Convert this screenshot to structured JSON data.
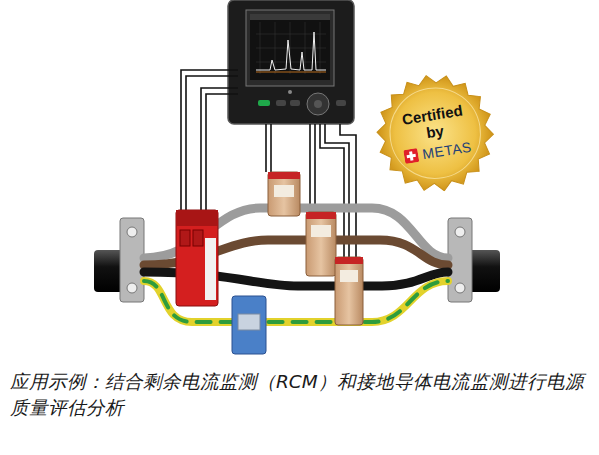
{
  "diagram": {
    "caption": "应用示例：结合剩余电流监测（RCM）和接地导体电流监测进行电源质量评估分析",
    "nodes": [
      {
        "text": [
          "Certified by",
          "METAS"
        ]
      }
    ]
  }
}
